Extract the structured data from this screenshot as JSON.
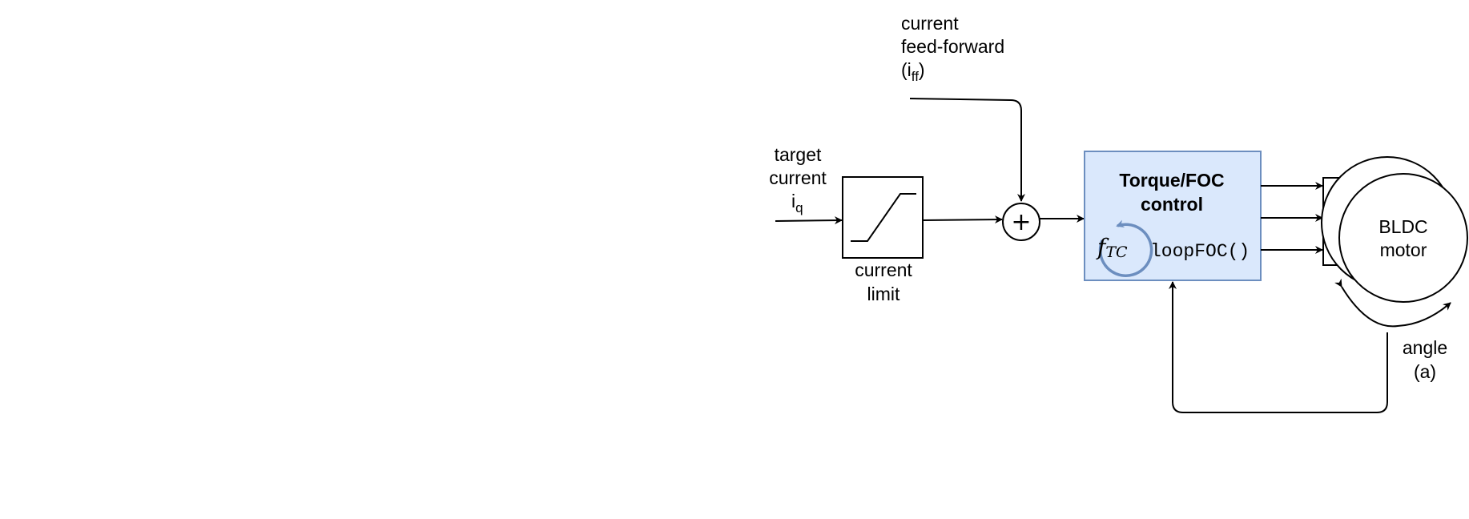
{
  "feedforward": {
    "line1": "current",
    "line2": "feed-forward",
    "line3_main": "(i",
    "line3_sub": "ff",
    "line3_end": ")"
  },
  "target": {
    "line1": "target",
    "line2": "current",
    "line3_main": "i",
    "line3_sub": "q"
  },
  "limiter": {
    "line1": "current",
    "line2": "limit"
  },
  "summer": {
    "symbol": "+"
  },
  "foc_block": {
    "title_line1": "Torque/FOC",
    "title_line2": "control",
    "freq_main": "f",
    "freq_sub": "TC",
    "function": "loopFOC()"
  },
  "motor": {
    "line1": "BLDC",
    "line2": "motor"
  },
  "angle": {
    "line1": "angle",
    "line2": "(a)"
  },
  "colors": {
    "foc_fill": "#dae8fc",
    "foc_stroke": "#6c8ebf"
  }
}
